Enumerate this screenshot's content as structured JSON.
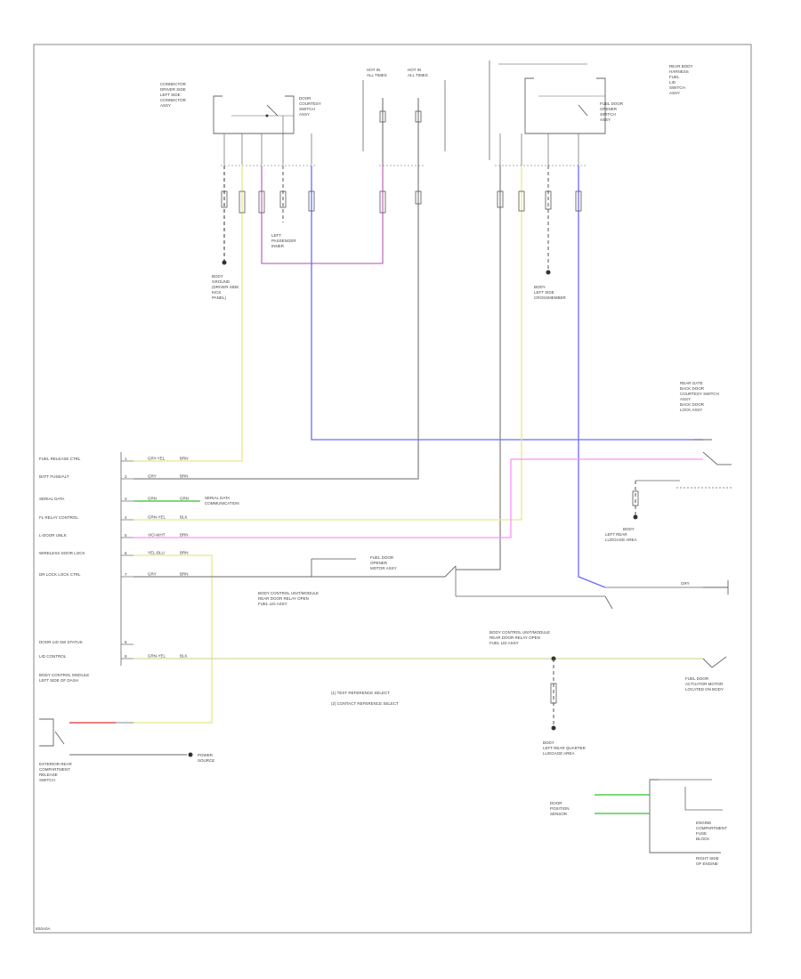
{
  "diagram_code": "8S0A0A",
  "components": {
    "driver_door_switch": {
      "label_lines": [
        "CONNECTOR",
        "DRIVER SIDE",
        "LEFT SIDE",
        "CONNECTOR",
        "ASSY"
      ],
      "switch_label_lines": [
        "DOOR",
        "COURTESY",
        "SWITCH",
        "ASSY"
      ]
    },
    "fuse_block": {
      "label_lines": [
        "HOT IN",
        "ALL TIMES"
      ]
    },
    "fuse_block2": {
      "label_lines": [
        "HOT IN",
        "ALL TIMES"
      ]
    },
    "fuel_door_switch": {
      "label_lines": [
        "REAR BODY",
        "HARNESS",
        "FUEL",
        "LID",
        "SWITCH",
        "ASSY"
      ],
      "switch_label_lines": [
        "FUEL DOOR",
        "OPENER",
        "SWITCH",
        "ASSY"
      ]
    },
    "ground_left": {
      "label_lines": [
        "BODY",
        "GROUND",
        "(DRIVER SIDE",
        "KICK",
        "PANEL)"
      ]
    },
    "ground_right": {
      "label_lines": [
        "BODY",
        "LEFT SIDE",
        "CROSSMEMBER"
      ]
    },
    "joint": {
      "label_lines": [
        "LEFT",
        "PASSENGER",
        "INNER"
      ]
    },
    "rear_gate_switch": {
      "label_lines": [
        "REAR GATE",
        "BACK DOOR",
        "COURTESY SWITCH",
        "ASSY",
        "BACK DOOR",
        "LOCK ASSY"
      ]
    },
    "body_ecu": {
      "pins": [
        "FUEL RELEASE CTRL",
        "BATT FUSE/ALT",
        "SERIAL DATA",
        "FL RELAY CONTROL",
        "L-DOOR UNLK",
        "WIRELESS DOOR LOCK",
        "DR LOCK LOCK CTRL",
        "DOOR LID SW STATUS",
        "LID CONTROL"
      ],
      "label_lines": [
        "BODY CONTROL MODULE",
        "LEFT SIDE OF DASH"
      ]
    },
    "rear_door_ecu": {
      "label_lines": [
        "BODY CONTROL UNIT/MODULE",
        "REAR DOOR RELAY OPEN",
        "FUEL LID ASSY"
      ]
    },
    "smart_key": {
      "label_lines": [
        "FUEL DOOR",
        "OPENER",
        "MOTOR ASSY"
      ]
    },
    "fuel_door_actuator": {
      "label_lines": [
        "FUEL DOOR",
        "ACTUATOR MOTOR",
        "LOCATED ON BODY"
      ]
    },
    "lid_ground": {
      "label_lines": [
        "BODY",
        "LEFT REAR",
        "LUGGAGE AREA"
      ]
    },
    "opener_switch": {
      "label_lines": [
        "EXTERIOR REAR",
        "COMPARTMENT",
        "RELEASE",
        "SWITCH"
      ]
    },
    "rear_ground": {
      "label_lines": [
        "BODY",
        "LEFT REAR QUARTER",
        "LUGGAGE AREA"
      ]
    },
    "power_src": {
      "label_lines": [
        "POWER",
        "SOURCE"
      ]
    },
    "door_ecu": {
      "label_lines": [
        "DOOR",
        "POSITION",
        "SENSOR"
      ]
    },
    "fuel_lid_ecu": {
      "label_lines": [
        "ENGINE",
        "COMPARTMENT",
        "FUSE",
        "BLOCK"
      ]
    },
    "bottom_box": {
      "label_lines": [
        "RIGHT SIDE",
        "OF ENGINE"
      ]
    }
  },
  "notes": [
    "(1) TEST REFERENCE SELECT",
    "(2) CONTACT REFERENCE SELECT"
  ],
  "ecu_wire_labels": [
    "GRY-YEL",
    "GRY",
    "GRN",
    "GRN-YEL",
    "VIO-WHT",
    "YEL-BLU",
    "GRY",
    "GRN-YEL"
  ],
  "ecu_wire_labels2": [
    "BRN",
    "BRN",
    "GRN",
    "BLK",
    "BRN",
    "BRN",
    "BRN",
    "BLK"
  ],
  "wire_colors": {
    "yellow": "#e8e88a",
    "magenta": "#c070c0",
    "blue": "#6a6aff",
    "pink": "#ff90ff",
    "green": "#30c030",
    "red": "#e03030",
    "gray": "#888888",
    "olive": "#d8d8a0"
  }
}
